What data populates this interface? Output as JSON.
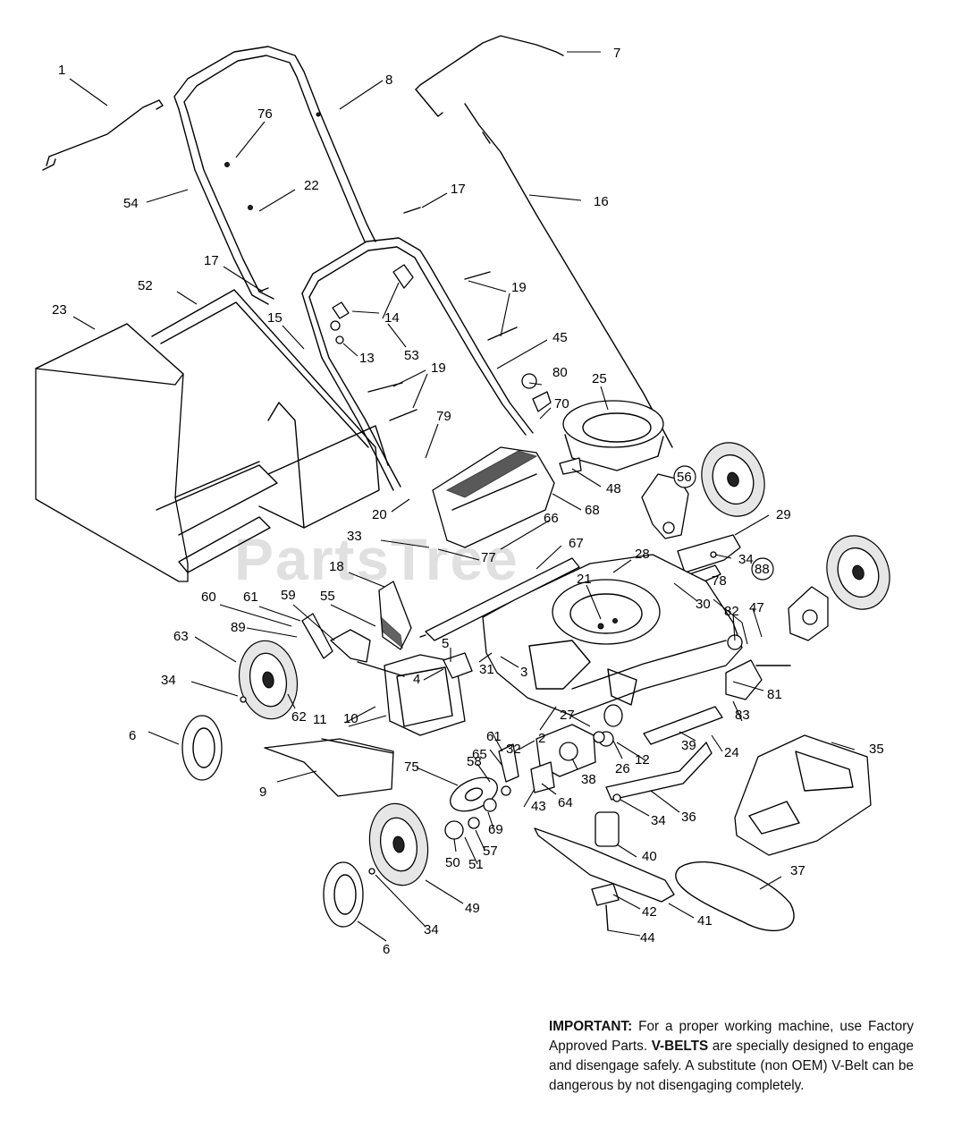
{
  "watermark": "PartsTree",
  "notice": {
    "heading": "IMPORTANT:",
    "part1": " For a proper working machine, use Factory Approved Parts. ",
    "emphasis": "V-BELTS",
    "part2": " are specially designed to engage and disengage safely. A substitute (non OEM) V-Belt can be dangerous by not disengaging completely."
  },
  "callouts": [
    {
      "label": "1"
    },
    {
      "label": "7"
    },
    {
      "label": "8"
    },
    {
      "label": "76"
    },
    {
      "label": "54"
    },
    {
      "label": "22"
    },
    {
      "label": "17"
    },
    {
      "label": "16"
    },
    {
      "label": "17"
    },
    {
      "label": "52"
    },
    {
      "label": "23"
    },
    {
      "label": "15"
    },
    {
      "label": "14"
    },
    {
      "label": "19"
    },
    {
      "label": "13"
    },
    {
      "label": "53"
    },
    {
      "label": "45"
    },
    {
      "label": "19"
    },
    {
      "label": "80"
    },
    {
      "label": "25"
    },
    {
      "label": "70"
    },
    {
      "label": "79"
    },
    {
      "label": "56"
    },
    {
      "label": "48"
    },
    {
      "label": "20"
    },
    {
      "label": "68"
    },
    {
      "label": "29"
    },
    {
      "label": "66"
    },
    {
      "label": "33"
    },
    {
      "label": "77"
    },
    {
      "label": "67"
    },
    {
      "label": "28"
    },
    {
      "label": "34"
    },
    {
      "label": "18"
    },
    {
      "label": "88"
    },
    {
      "label": "21"
    },
    {
      "label": "60"
    },
    {
      "label": "61"
    },
    {
      "label": "59"
    },
    {
      "label": "55"
    },
    {
      "label": "30"
    },
    {
      "label": "78"
    },
    {
      "label": "89"
    },
    {
      "label": "82"
    },
    {
      "label": "47"
    },
    {
      "label": "63"
    },
    {
      "label": "5"
    },
    {
      "label": "31"
    },
    {
      "label": "34"
    },
    {
      "label": "4"
    },
    {
      "label": "3"
    },
    {
      "label": "81"
    },
    {
      "label": "62"
    },
    {
      "label": "11"
    },
    {
      "label": "83"
    },
    {
      "label": "6"
    },
    {
      "label": "10"
    },
    {
      "label": "2"
    },
    {
      "label": "27"
    },
    {
      "label": "61"
    },
    {
      "label": "32"
    },
    {
      "label": "65"
    },
    {
      "label": "39"
    },
    {
      "label": "24"
    },
    {
      "label": "12"
    },
    {
      "label": "35"
    },
    {
      "label": "26"
    },
    {
      "label": "58"
    },
    {
      "label": "75"
    },
    {
      "label": "9"
    },
    {
      "label": "38"
    },
    {
      "label": "64"
    },
    {
      "label": "43"
    },
    {
      "label": "34"
    },
    {
      "label": "36"
    },
    {
      "label": "69"
    },
    {
      "label": "57"
    },
    {
      "label": "50"
    },
    {
      "label": "51"
    },
    {
      "label": "40"
    },
    {
      "label": "37"
    },
    {
      "label": "49"
    },
    {
      "label": "42"
    },
    {
      "label": "41"
    },
    {
      "label": "34"
    },
    {
      "label": "44"
    },
    {
      "label": "6"
    }
  ]
}
